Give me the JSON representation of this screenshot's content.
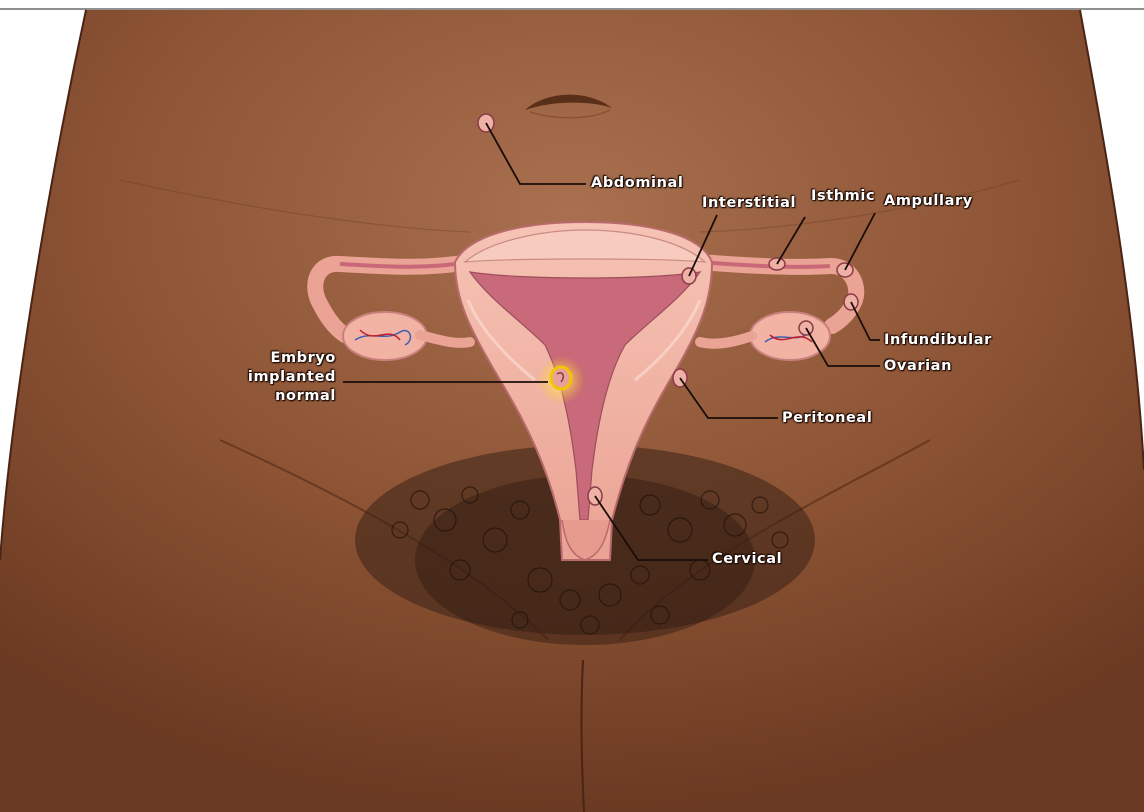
{
  "colors": {
    "skin": "#8c5334",
    "skin_light": "#a36a4a",
    "skin_dark": "#6e3d24",
    "tissue": "#f2b3a4",
    "tissue_dark": "#d98a86",
    "cavity": "#c96a7a",
    "embryo_highlight": "#f5c400",
    "leader": "#1a0d08",
    "hair": "#2e1a12"
  },
  "labels": {
    "abdominal": "Abdominal",
    "interstitial": "Interstitial",
    "isthmic": "Isthmic",
    "ampullary": "Ampullary",
    "infundibular": "Infundibular",
    "ovarian": "Ovarian",
    "peritoneal": "Peritoneal",
    "cervical": "Cervical",
    "embryo_line1": "Embryo",
    "embryo_line2": "implanted",
    "embryo_line3": "normal"
  }
}
